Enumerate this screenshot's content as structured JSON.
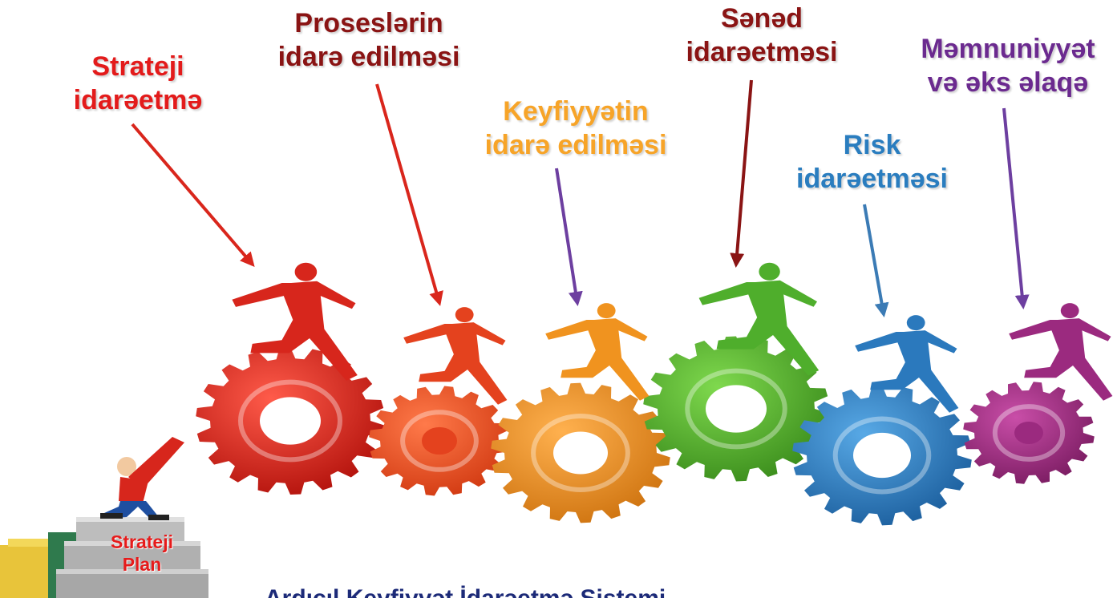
{
  "labels": {
    "strategic": {
      "line1": "Strateji",
      "line2": "idarəetmə",
      "color": "#e31b1b"
    },
    "process": {
      "line1": "Proseslərin",
      "line2": "idarə edilməsi",
      "color": "#8a1414"
    },
    "quality": {
      "line1": "Keyfiyyətin",
      "line2": "idarə edilməsi",
      "color": "#f7a428"
    },
    "document": {
      "line1": "Sənəd",
      "line2": "idarəetməsi",
      "color": "#8a1414"
    },
    "risk": {
      "line1": "Risk",
      "line2": "idarəetməsi",
      "color": "#2a7dbf"
    },
    "satisfaction": {
      "line1": "Məmnuniyyət",
      "line2": "və əks əlaqə",
      "color": "#6b2a8f"
    }
  },
  "box": {
    "line1": "Strateji",
    "line2": "Plan"
  },
  "bottom_text": "Ardıcıl Keyfiyyət İdarəetmə Sistemi"
}
